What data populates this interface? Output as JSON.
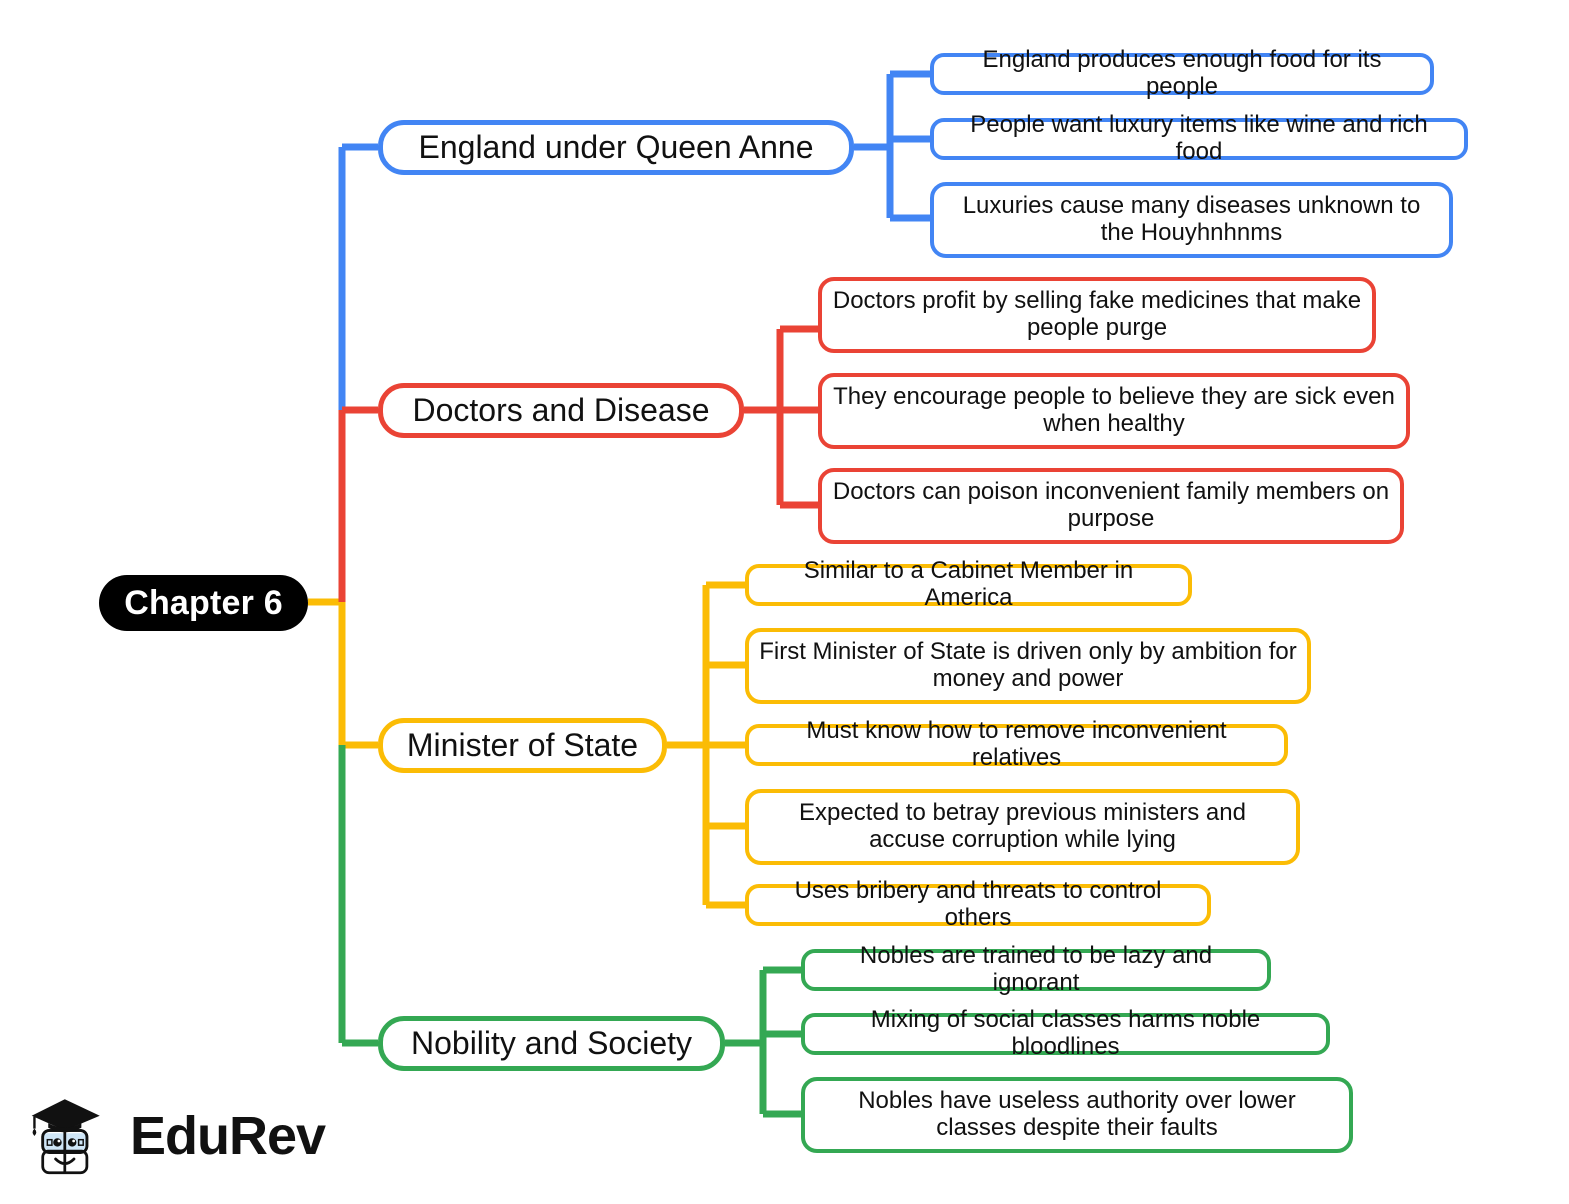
{
  "diagram": {
    "type": "mind-map",
    "title": "Chapter 6",
    "root": {
      "label": "Chapter 6",
      "color": "#000000",
      "text_color": "#ffffff"
    },
    "branches": [
      {
        "label": "England under Queen Anne",
        "color": "#4285F4",
        "children": [
          "England produces enough food for its people",
          "People want luxury items like wine and rich food",
          "Luxuries cause many diseases unknown to the Houyhnhnms"
        ]
      },
      {
        "label": "Doctors and Disease",
        "color": "#EA4335",
        "children": [
          "Doctors profit by selling fake medicines that make people purge",
          "They encourage people to believe they are sick even when healthy",
          "Doctors can poison inconvenient family members on purpose"
        ]
      },
      {
        "label": "Minister of State",
        "color": "#FBBC05",
        "children": [
          "Similar to a Cabinet Member in America",
          "First Minister of State is driven only by ambition for money and power",
          "Must know how to remove inconvenient relatives",
          "Expected to betray previous ministers and accuse corruption while lying",
          "Uses bribery and threats to control others"
        ]
      },
      {
        "label": "Nobility and Society",
        "color": "#34A853",
        "children": [
          "Nobles are trained to be lazy and ignorant",
          "Mixing of social classes harms noble bloodlines",
          "Nobles have useless authority over lower classes despite their faults"
        ]
      }
    ]
  },
  "branding": {
    "name": "EduRev",
    "logo_icon": "graduation-cap-book-icon"
  }
}
